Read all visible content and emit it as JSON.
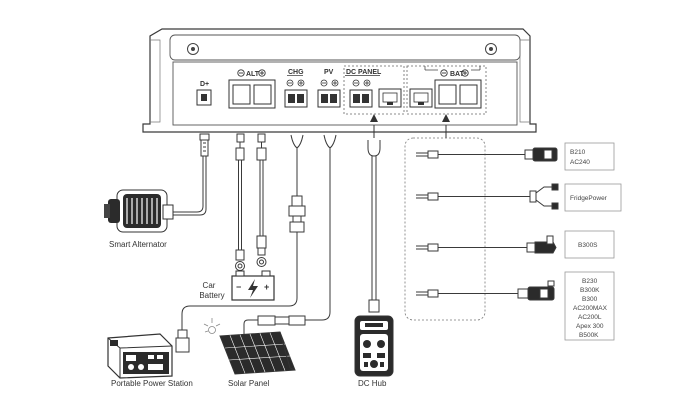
{
  "device": {
    "ports": {
      "d_plus": "D+",
      "alt": "ALT",
      "chg": "CHG",
      "pv": "PV",
      "dc_panel": "DC PANEL",
      "bat": "BAT"
    }
  },
  "labels": {
    "smart_alternator": "Smart Alternator",
    "car_battery_line1": "Car",
    "car_battery_line2": "Battery",
    "portable_power_station": "Portable Power Station",
    "solar_panel": "Solar Panel",
    "dc_hub": "DC Hub"
  },
  "battery_models": [
    {
      "lines": [
        "B210",
        "AC240"
      ]
    },
    {
      "lines": [
        "FridgePower"
      ]
    },
    {
      "lines": [
        "B300S"
      ]
    },
    {
      "lines": [
        "B230",
        "B300K",
        "B300",
        "AC200MAX",
        "AC200L",
        "Apex 300",
        "B500K"
      ]
    }
  ],
  "colors": {
    "stroke": "#3a3a3a",
    "light_stroke": "#9a9a9a",
    "fill_dark": "#2b2b2b",
    "background": "#ffffff"
  }
}
